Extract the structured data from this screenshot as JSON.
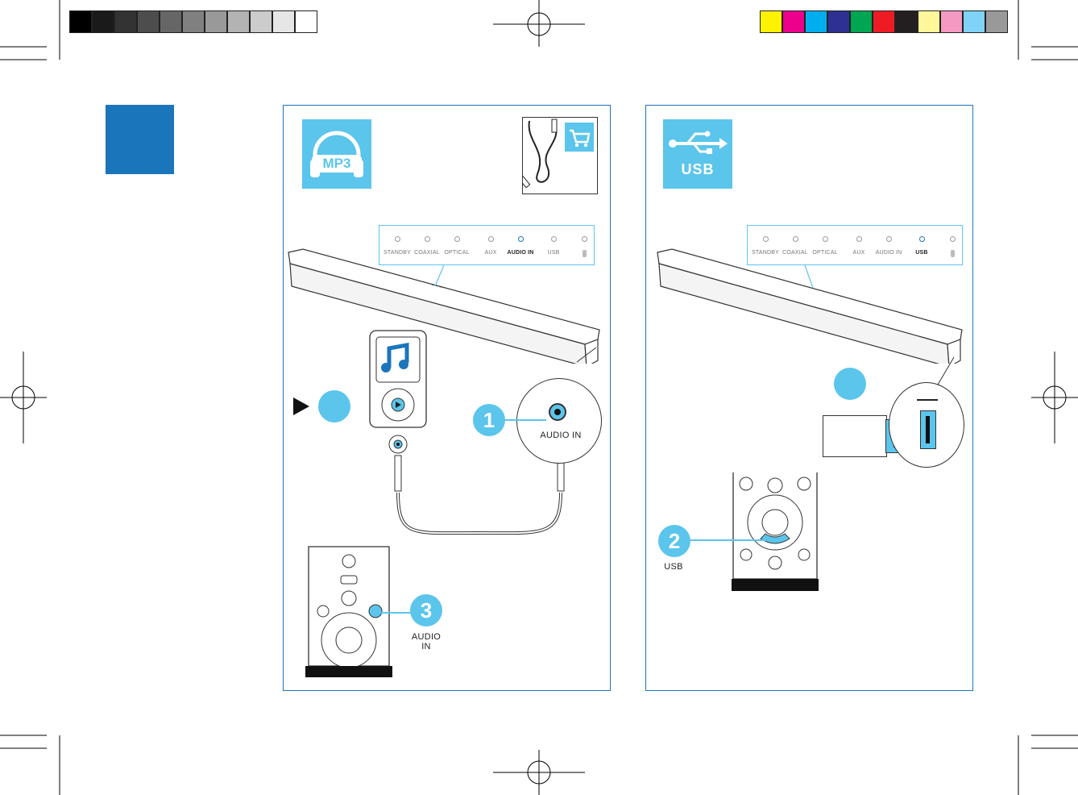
{
  "colors": {
    "accent": "#1b75bb",
    "light_blue": "#5bc5ec",
    "gray_swatches": [
      "#000000",
      "#1a1a1a",
      "#333333",
      "#4d4d4d",
      "#666666",
      "#808080",
      "#999999",
      "#b3b3b3",
      "#cccccc",
      "#e6e6e6",
      "#ffffff"
    ],
    "color_swatches": [
      "#fff200",
      "#ec008c",
      "#00aeef",
      "#2e3192",
      "#00a651",
      "#ed1c24",
      "#231f20",
      "#fff799",
      "#f49ac2",
      "#7fd3f7",
      "#999999"
    ]
  },
  "left_panel": {
    "mode_badge": "MP3",
    "mode_icon": "headphones-icon",
    "cable_icon": "audio-cable-icon",
    "cart_icon": "shopping-cart-icon",
    "leds": [
      "STANDBY",
      "COAXIAL",
      "OPTICAL",
      "AUX",
      "AUDIO IN",
      "USB",
      "bluetooth-icon"
    ],
    "active_led": "AUDIO IN",
    "steps": [
      "1",
      "3"
    ],
    "jack_label": "AUDIO IN",
    "remote_label_line1": "AUDIO",
    "remote_label_line2": "IN",
    "player_icon": "music-note-icon",
    "play_icon": "play-arrow-icon"
  },
  "right_panel": {
    "mode_badge": "USB",
    "mode_icon": "usb-icon",
    "leds": [
      "STANDBY",
      "COAXIAL",
      "OPTICAL",
      "AUX",
      "AUDIO IN",
      "USB",
      "bluetooth-icon"
    ],
    "active_led": "USB",
    "steps": [
      "2"
    ],
    "remote_label": "USB"
  }
}
